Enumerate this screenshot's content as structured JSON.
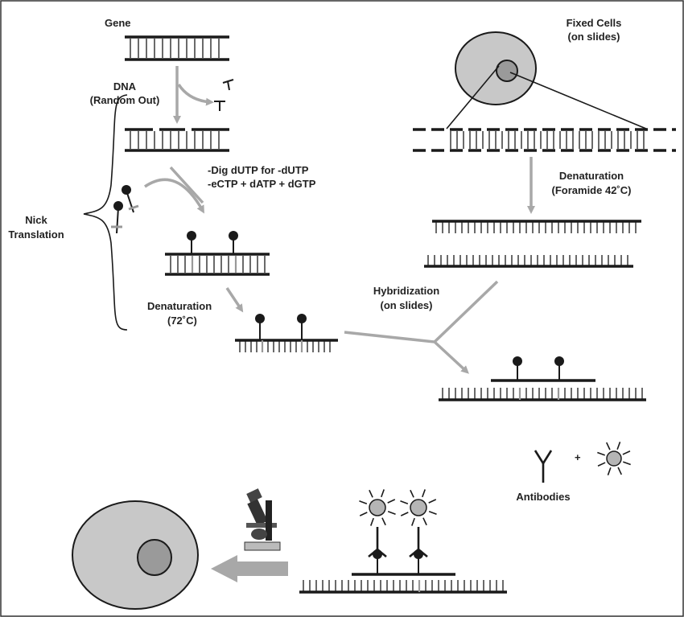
{
  "labels": {
    "gene": "Gene",
    "dna_line1": "DNA",
    "dna_line2": "(Random Out)",
    "dig_line1": "-Dig dUTP for   -dUTP",
    "dig_line2": "-eCTP + dATP + dGTP",
    "nick_line1": "Nick",
    "nick_line2": "Translation",
    "denat1_line1": "Denaturation",
    "denat1_line2": "(72˚C)",
    "fixed_line1": "Fixed Cells",
    "fixed_line2": "(on slides)",
    "denat2_line1": "Denaturation",
    "denat2_line2": "(Foramide 42˚C)",
    "hybrid_line1": "Hybridization",
    "hybrid_line2": "(on slides)",
    "antibodies": "Antibodies",
    "plus": "+"
  },
  "colors": {
    "strand": "#1a1a1a",
    "arrow": "#a8a8a8",
    "cell": "#c8c8c8",
    "nucleus": "#9a9a9a",
    "fluor": "#b5b5b5"
  }
}
